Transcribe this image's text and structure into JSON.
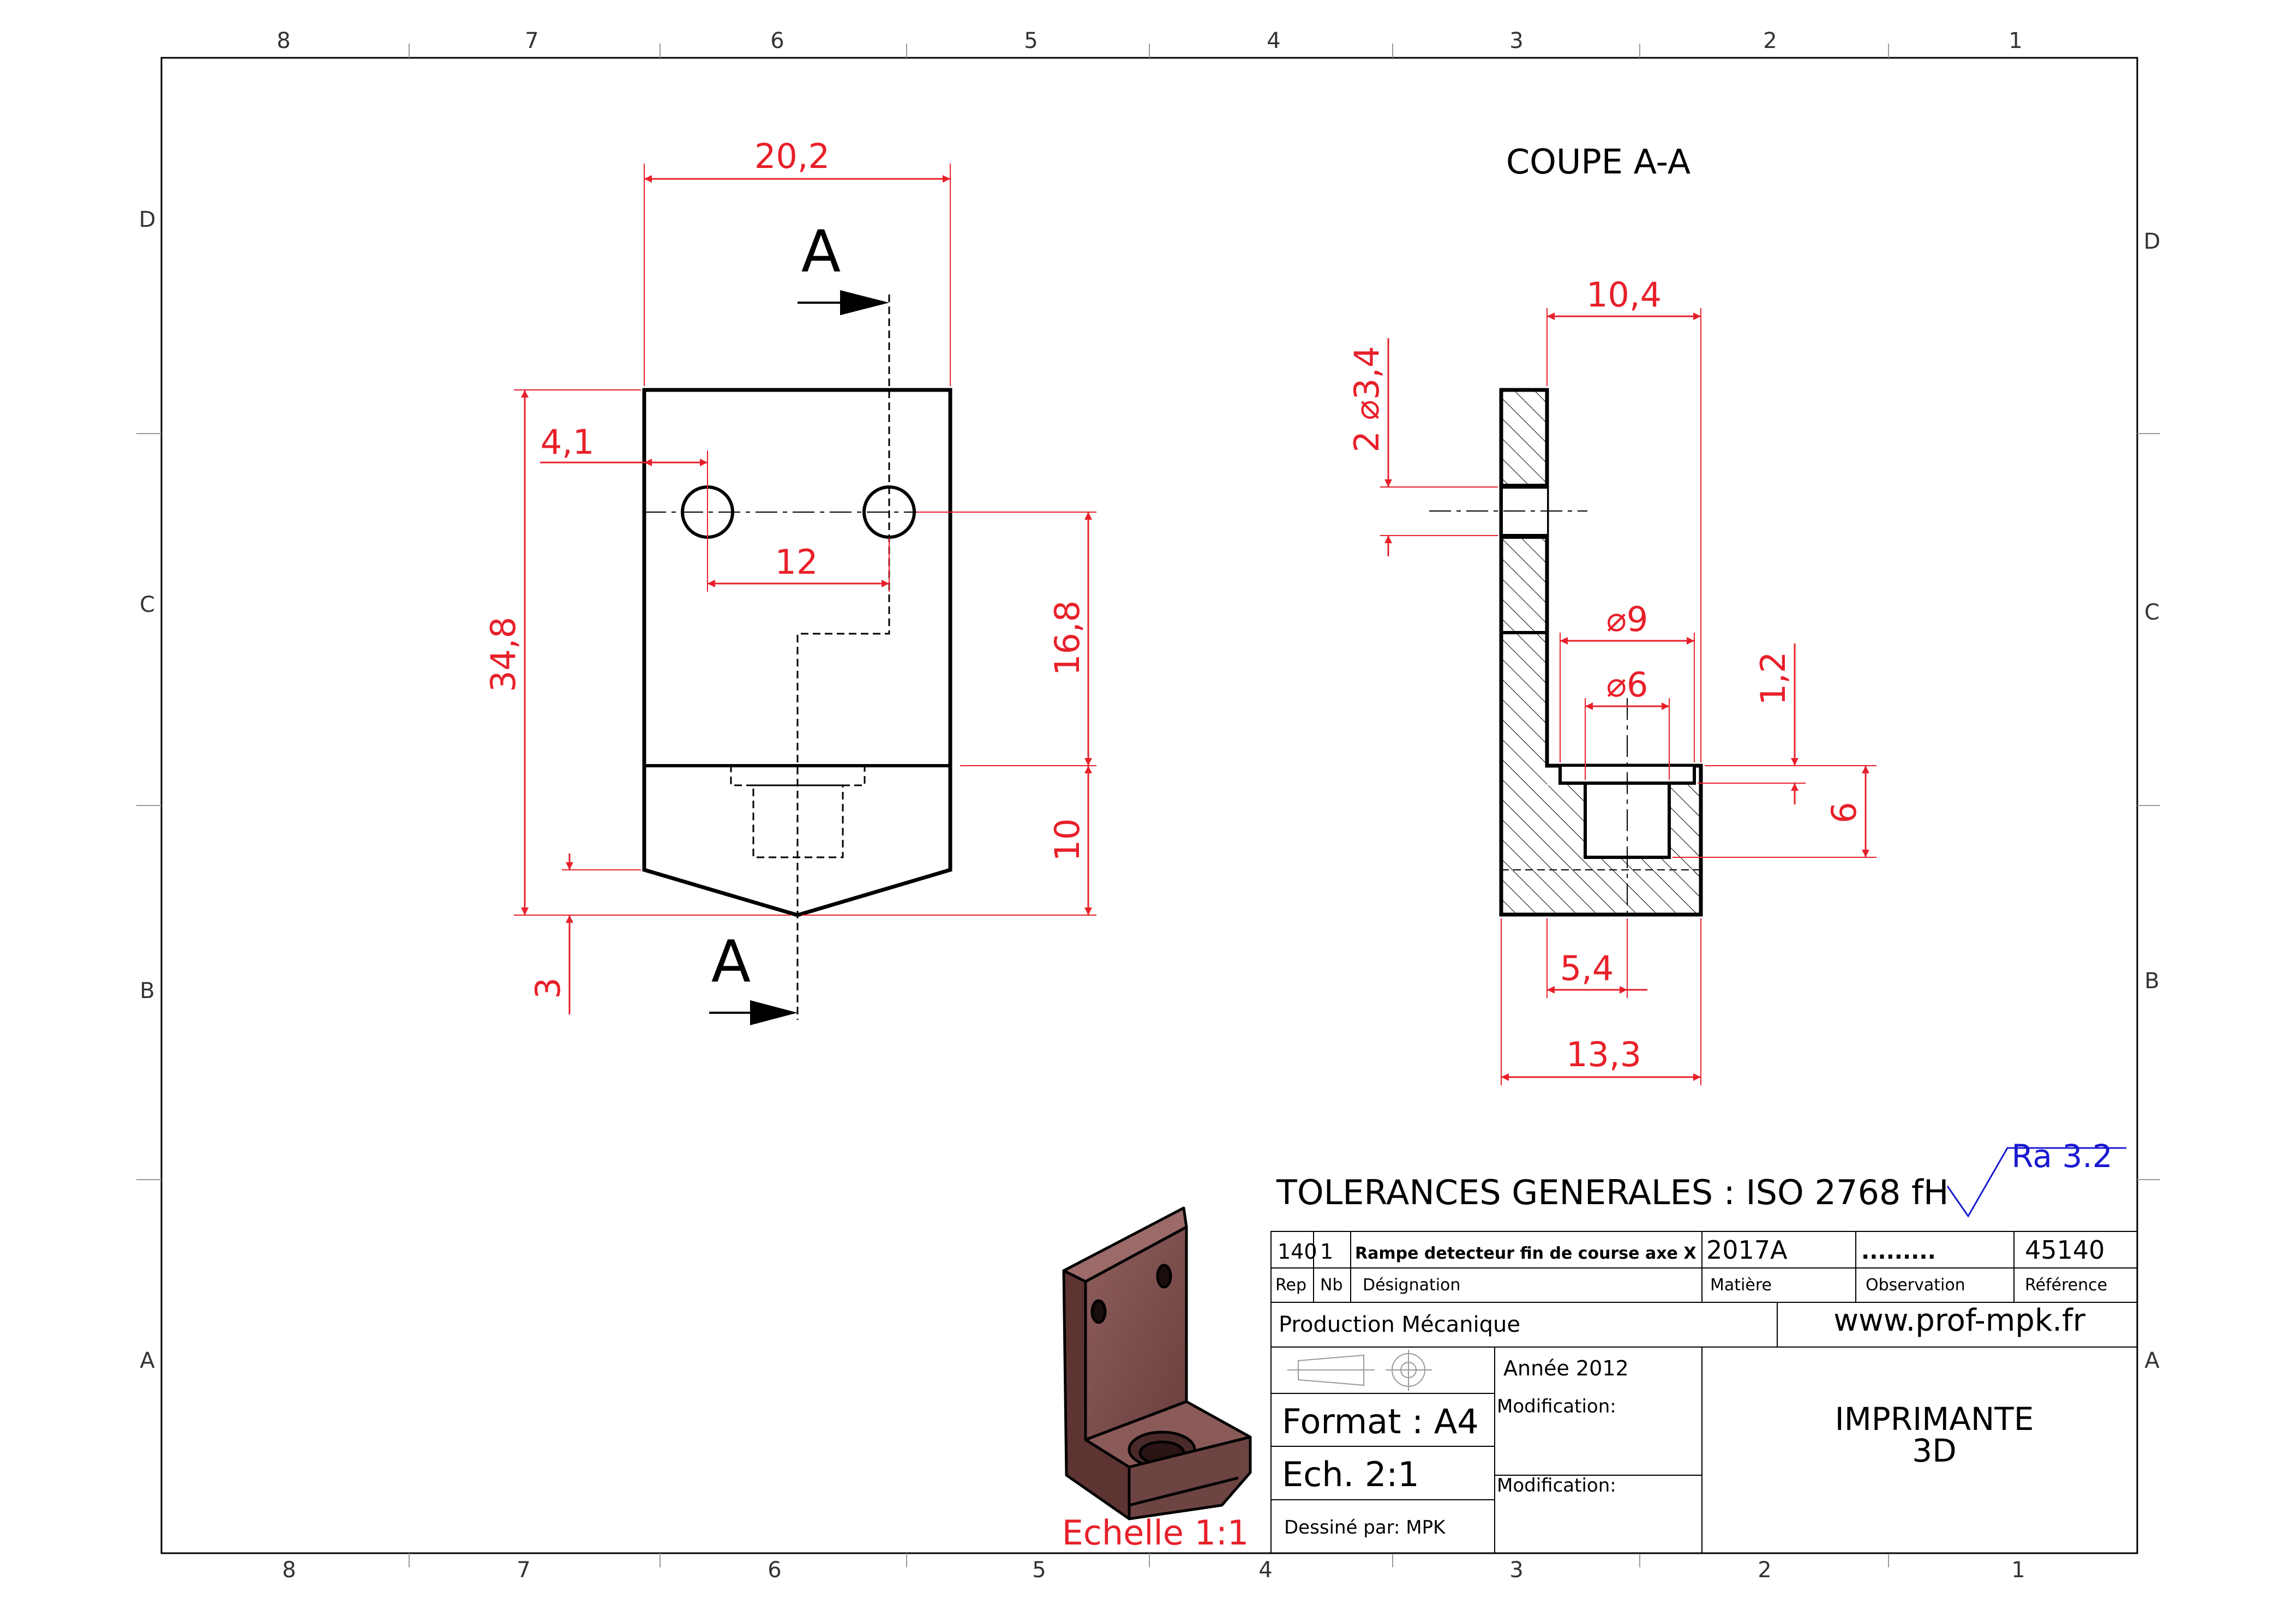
{
  "frame": {
    "columns_top": [
      "8",
      "7",
      "6",
      "5",
      "4",
      "3",
      "2",
      "1"
    ],
    "columns_bottom": [
      "8",
      "7",
      "6",
      "5",
      "4",
      "3",
      "2",
      "1"
    ],
    "rows_left": [
      "D",
      "C",
      "B",
      "A"
    ],
    "rows_right": [
      "D",
      "C",
      "B",
      "A"
    ]
  },
  "front_view": {
    "dim_width": "20,2",
    "dim_hole_offset": "4,1",
    "dim_hole_spacing": "12",
    "dim_height": "34,8",
    "dim_upper": "16,8",
    "dim_lower": "10",
    "dim_point": "3",
    "section_label_top": "A",
    "section_label_bottom": "A"
  },
  "section_view": {
    "title": "COUPE A-A",
    "dim_depth": "10,4",
    "dim_holes": "2 ⌀3,4",
    "dim_counterbore": "⌀9",
    "dim_bore": "⌀6",
    "dim_cb_depth": "1,2",
    "dim_bore_depth": "6",
    "dim_center": "5,4",
    "dim_total": "13,3"
  },
  "iso_view": {
    "scale_label": "Echelle 1:1",
    "color": "#7a4a4a"
  },
  "title_block": {
    "tolerances": "TOLERANCES GENERALES : ISO 2768 fH",
    "roughness": "Ra 3.2",
    "rep_value": "140",
    "nb_value": "1",
    "designation_value": "Rampe detecteur fin de course axe X",
    "matiere_value": "2017A",
    "observation_value": ".........",
    "reference_value": "45140",
    "rep_label": "Rep",
    "nb_label": "Nb",
    "designation_label": "Désignation",
    "matiere_label": "Matière",
    "observation_label": "Observation",
    "reference_label": "Référence",
    "production": "Production Mécanique",
    "website": "www.prof-mpk.fr",
    "year": "Année 2012",
    "modification_1": "Modification:",
    "modification_2": "Modification:",
    "format": "Format : A4",
    "scale": "Ech. 2:1",
    "drawn_by": "Dessiné par: MPK",
    "project_line1": "IMPRIMANTE",
    "project_line2": "3D"
  },
  "colors": {
    "dimension": "#e8202a",
    "outline": "#000000",
    "roughness": "#1a1ad0",
    "part": "#7a4a4a"
  }
}
